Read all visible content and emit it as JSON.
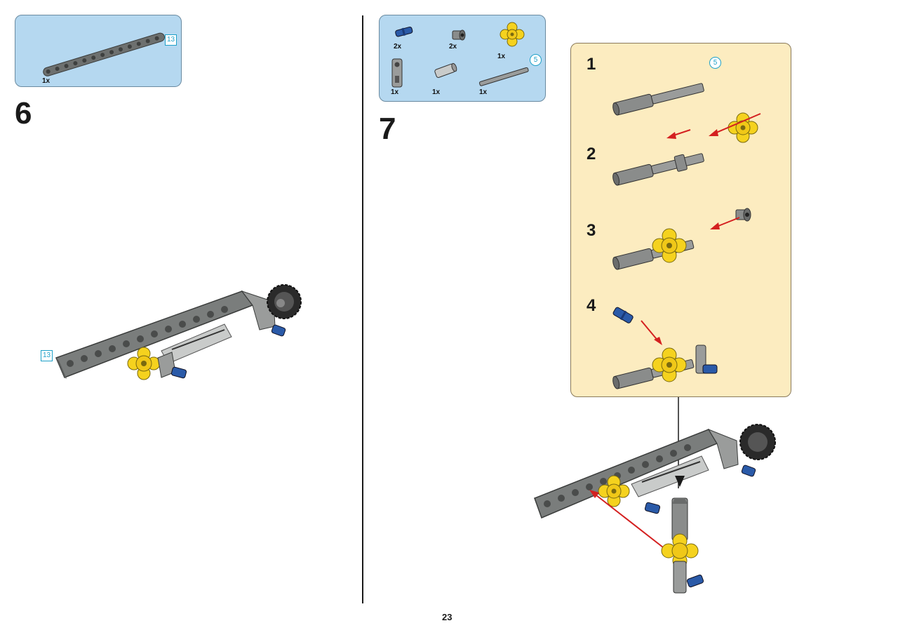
{
  "step6": {
    "number": "6",
    "parts": [
      {
        "qty": "1x",
        "length": "13"
      }
    ],
    "model_length_label": "13"
  },
  "step7": {
    "number": "7",
    "parts": [
      {
        "qty": "2x"
      },
      {
        "qty": "2x"
      },
      {
        "qty": "1x"
      },
      {
        "qty": "1x"
      },
      {
        "qty": "1x"
      },
      {
        "qty": "1x",
        "length": "5"
      }
    ],
    "callout": {
      "substeps": [
        "1",
        "2",
        "3",
        "4"
      ],
      "axle_length": "5"
    }
  },
  "page": {
    "number": "23"
  },
  "colors": {
    "parts_box_bg": "#b5d8f0",
    "callout_bg": "#fcecc0",
    "beam_gray": "#7a7d7c",
    "yellow": "#f5d21e",
    "blue": "#2a5aa8",
    "arrow_red": "#d42020",
    "length_marker": "#1ea0c8"
  }
}
